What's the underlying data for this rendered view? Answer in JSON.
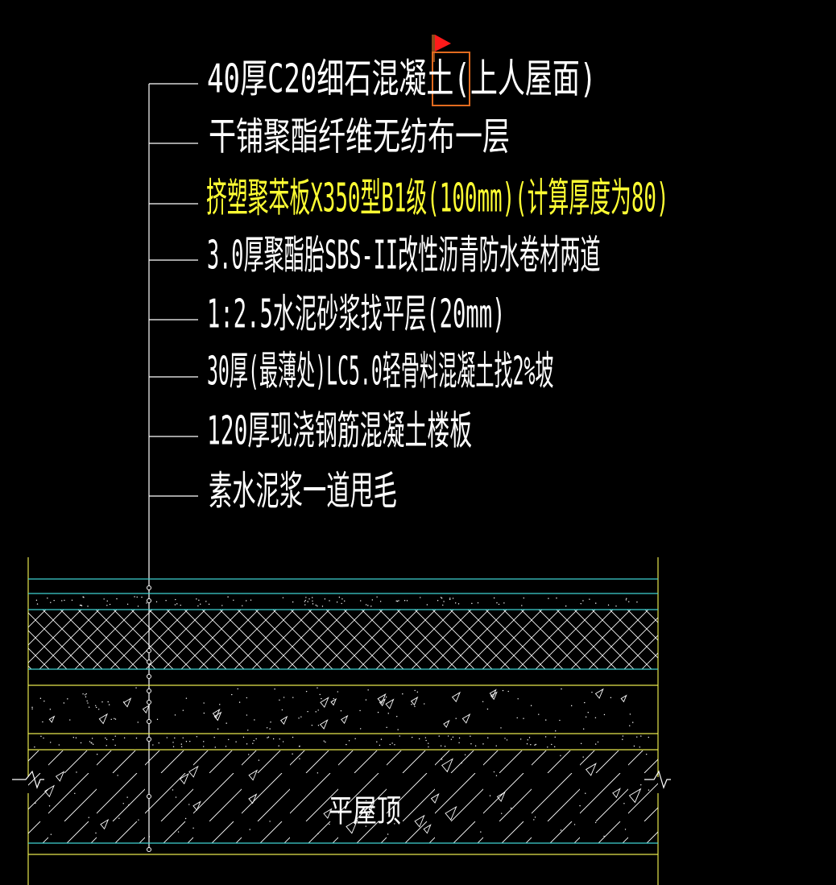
{
  "labels": [
    {
      "text": "40厚C20细石混凝土(上人屋面)",
      "color": "white"
    },
    {
      "text": "干铺聚酯纤维无纺布一层",
      "color": "white"
    },
    {
      "text": "挤塑聚苯板X350型B1级(100mm)(计算厚度为80)",
      "color": "yellow"
    },
    {
      "text": "3.0厚聚酯胎SBS-II改性沥青防水卷材两道",
      "color": "white"
    },
    {
      "text": "1:2.5水泥砂浆找平层(20mm)",
      "color": "white"
    },
    {
      "text": "30厚(最薄处)LC5.0轻骨料混凝土找2%坡",
      "color": "white"
    },
    {
      "text": "120厚现浇钢筋混凝土楼板",
      "color": "white"
    },
    {
      "text": "素水泥浆一道甩毛",
      "color": "white"
    }
  ],
  "section_title": "平屋顶",
  "colors": {
    "background": "#000000",
    "leader": "#ffffff",
    "cyan_line": "#3fd1d1",
    "yellow_line": "#e6e64c",
    "hatch": "#ffffff",
    "highlight": "#e26b1f",
    "flag": "#ff1a1a"
  }
}
